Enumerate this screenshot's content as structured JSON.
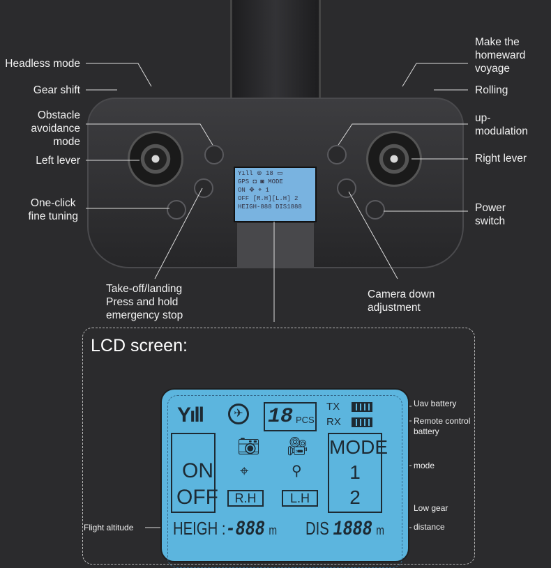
{
  "labels": {
    "headless_mode": "Headless mode",
    "gear_shift": "Gear shift",
    "obstacle": [
      "Obstacle",
      "avoidance",
      "mode"
    ],
    "left_lever": "Left lever",
    "fine_tuning": [
      "One-click",
      "fine tuning"
    ],
    "takeoff": [
      "Take-off/landing",
      "Press and hold",
      "emergency stop"
    ],
    "homeward": [
      "Make the",
      "homeward",
      "voyage"
    ],
    "rolling": "Rolling",
    "up_modulation": [
      "up-",
      "modulation"
    ],
    "right_lever": "Right lever",
    "power_switch": [
      "Power",
      "switch"
    ],
    "camera_down": [
      "Camera down",
      "adjustment"
    ]
  },
  "small_lcd": {
    "row1": "Yıll  ⊛  18  ▭",
    "row2": "GPS  ◘   ◙  MODE",
    "row3": "ON   ✥   ⌖   1",
    "row4": "OFF [R.H][L.H] 2",
    "row5": "HEIGH-888  DIS1888"
  },
  "lcd_section": {
    "title": "LCD screen:",
    "screen": {
      "signal": "Yıll",
      "satellites": "18",
      "sat_unit": "PCS",
      "tx": "TX",
      "rx": "RX",
      "on": "ON",
      "off": "OFF",
      "mode": "MODE",
      "mode1": "1",
      "mode2": "2",
      "rh": "R.H",
      "lh": "L.H",
      "height_label": "HEIGH :",
      "height_value": "-888",
      "height_unit": "m",
      "dis_label": "DIS",
      "dis_value": "1888",
      "dis_unit": "m"
    },
    "callouts": {
      "uav_battery": "Uav battery",
      "remote_battery": [
        "Remote control",
        "battery"
      ],
      "mode": "mode",
      "low_gear": "Low gear",
      "distance": "distance",
      "flight_altitude": "Flight altitude"
    }
  },
  "colors": {
    "background": "#2b2b2d",
    "lcd": "#5cb5de"
  }
}
